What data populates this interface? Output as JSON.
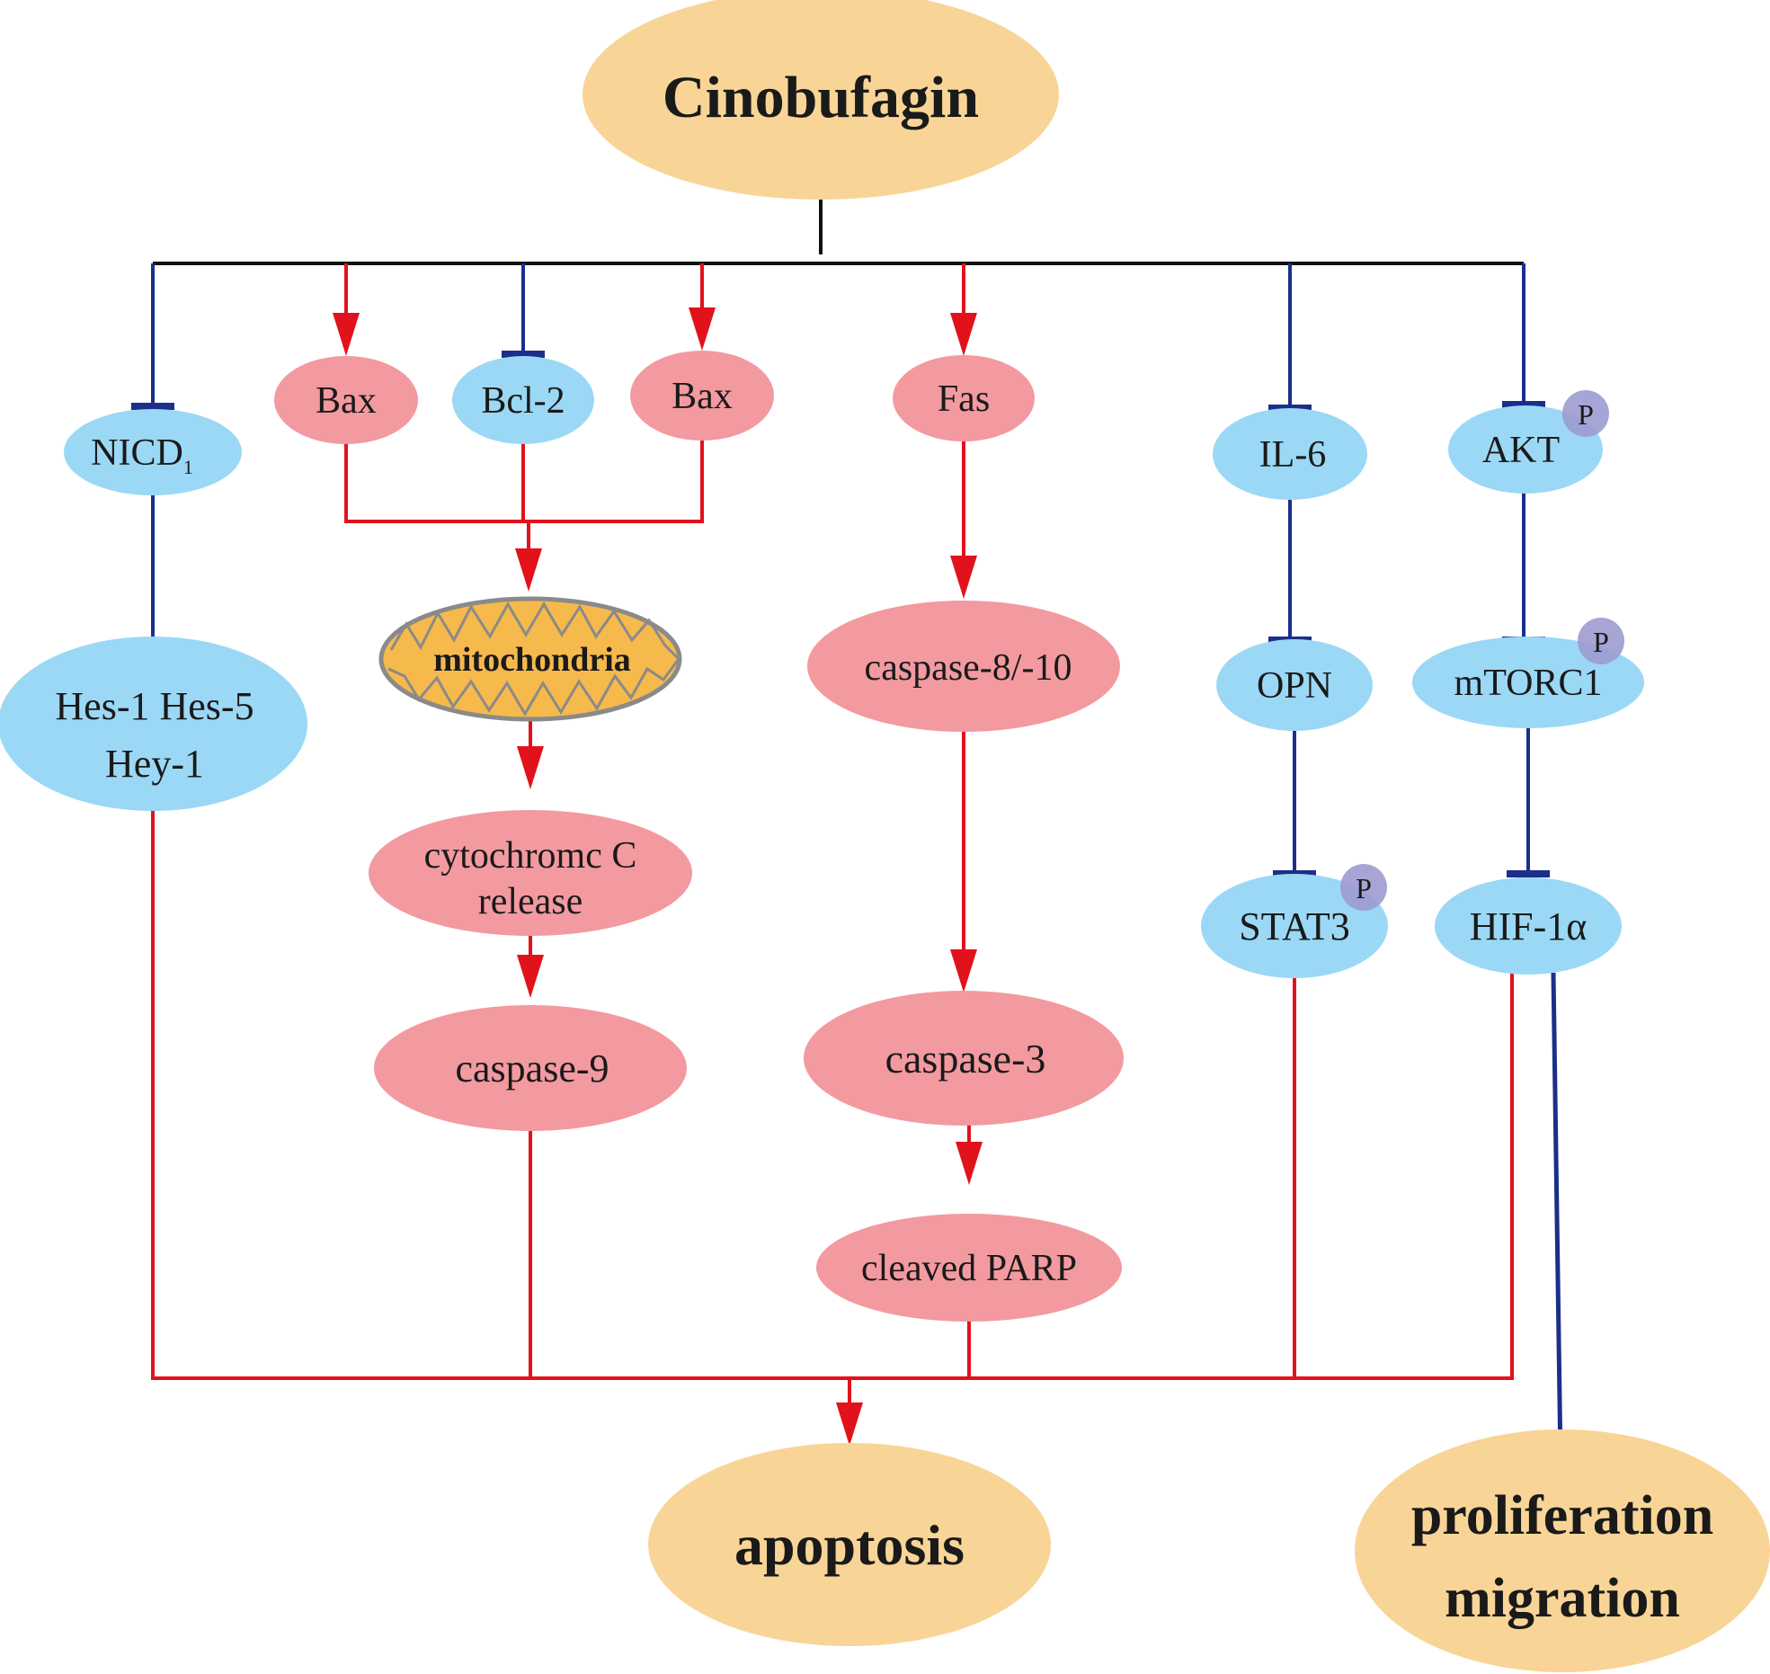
{
  "colors": {
    "source_fill": "#f8d596",
    "pink_fill": "#f29aa0",
    "blue_fill": "#9bd8f5",
    "mito_fill": "#f6b94c",
    "phospho_fill": "#9d9bd0",
    "activate_line": "#e2121c",
    "inhibit_line": "#1b2f8a",
    "trunk_line": "#111111"
  },
  "nodes": {
    "cinobufagin": "Cinobufagin",
    "bax_left": "Bax",
    "bcl2": "Bcl-2",
    "bax_right": "Bax",
    "fas": "Fas",
    "nicd_main": "NICD",
    "nicd_sub": "1",
    "il6": "IL-6",
    "akt": "AKT",
    "hes_line1": "Hes-1 Hes-5",
    "hes_line2": "Hey-1",
    "mitochondria": "mitochondria",
    "caspase8_10": "caspase-8/-10",
    "opn": "OPN",
    "mtorc1": "mTORC1",
    "cytochrome_line1": "cytochromc C",
    "cytochrome_line2": "release",
    "stat3": "STAT3",
    "hif1a": "HIF-1α",
    "caspase9": "caspase-9",
    "caspase3": "caspase-3",
    "cleaved_parp": "cleaved PARP",
    "apoptosis": "apoptosis",
    "proliferation": "proliferation",
    "migration": "migration",
    "phospho_label": "P"
  }
}
